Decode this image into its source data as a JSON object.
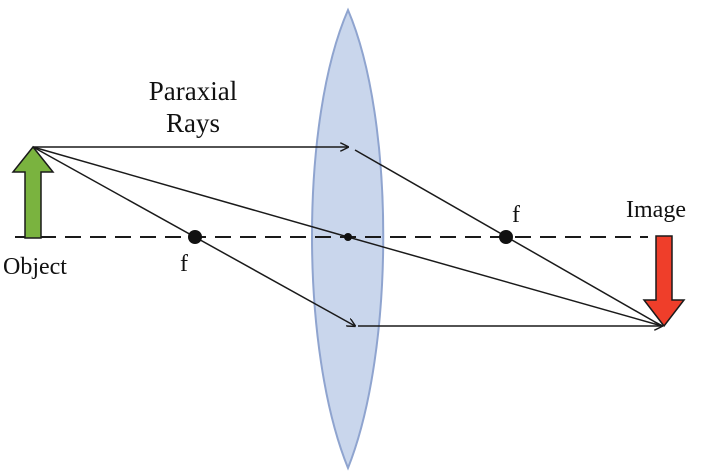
{
  "labels": {
    "paraxial_line1": "Paraxial",
    "paraxial_line2": "Rays",
    "object": "Object",
    "image": "Image",
    "focal_left": "f",
    "focal_right": "f"
  },
  "colors": {
    "lens_fill": "#c9d6ec",
    "lens_stroke": "#8fa4cf",
    "object_arrow": "#7ab33f",
    "image_arrow": "#ef3e2a",
    "ray": "#1a1a1a",
    "axis": "#1a1a1a"
  }
}
